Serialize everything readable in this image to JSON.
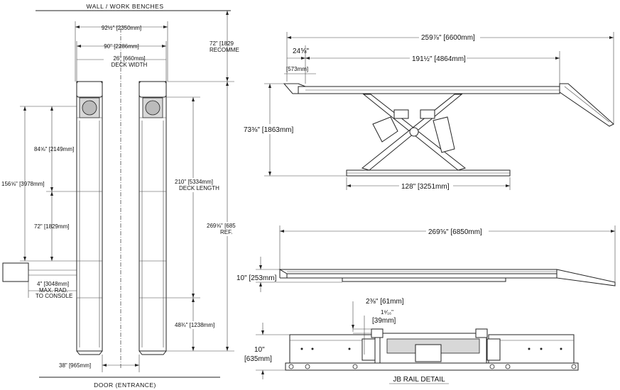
{
  "labels": {
    "wall": "WALL / WORK BENCHES",
    "door": "DOOR (ENTRANCE)",
    "rail_detail": "JB RAIL DETAIL"
  },
  "plan_dims": {
    "outer_width": "92½\" [2350mm]",
    "inner_width": "90\" [2286mm]",
    "deck_width_val": "26\" [660mm]",
    "deck_width_txt": "DECK WIDTH",
    "wall_clear_val": "72\" [1829",
    "wall_clear_txt": "RECOMME",
    "lift_a": "84⅝\" [2149mm]",
    "lift_b": "156⅝\" [3978mm]",
    "lift_c": "72\" [1829mm]",
    "deck_len_val": "210\" [5334mm]",
    "deck_len_txt": "DECK LENGTH",
    "overall_val": "269⅝\" [685",
    "overall_txt": "REF.",
    "ramp_len": "48¾\" [1238mm]",
    "console_val": "4\" [3048mm]",
    "console_l1": "MAX. RAD.",
    "console_l2": "TO CONSOLE",
    "door_clear": "38\" [965mm]"
  },
  "elev_dims": {
    "overall": "259⅞\" [6600mm]",
    "ramp_in": "24⅝\"",
    "ramp_in_mm": "[573mm]",
    "deck": "191½\" [4864mm]",
    "height": "73⅜\" [1863mm]",
    "base": "128\" [3251mm]"
  },
  "low_dims": {
    "overall": "269⅝\" [6850mm]",
    "height": "10\" [253mm]"
  },
  "rail_dims": {
    "a": "2⅜\" [61mm]",
    "b1": "1⁹⁄₁₆\"",
    "b2": "[39mm]",
    "h1": "10\"",
    "h2": "[635mm]"
  }
}
